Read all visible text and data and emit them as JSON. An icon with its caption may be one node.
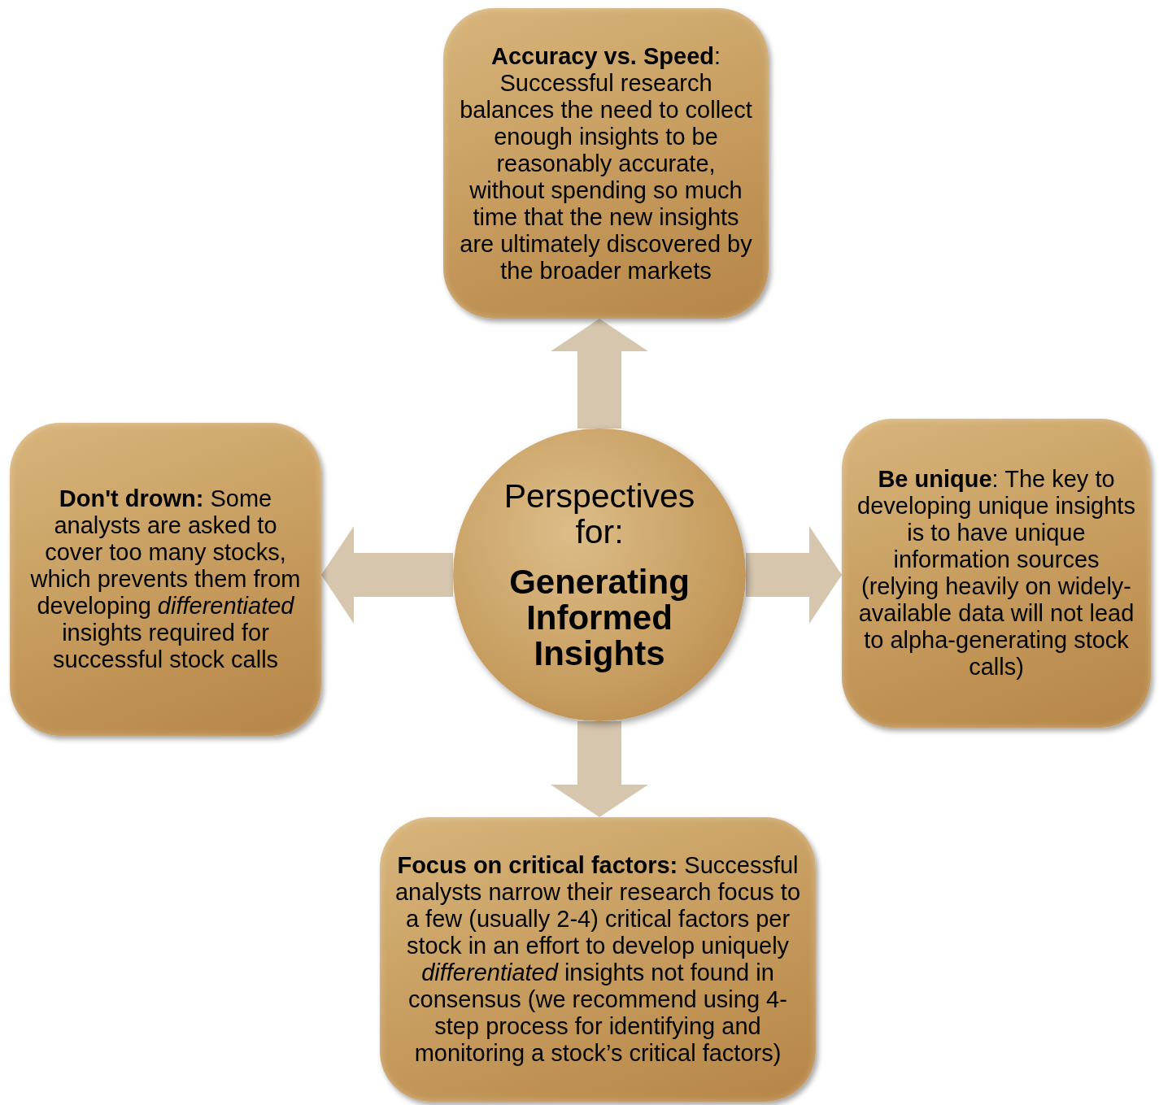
{
  "diagram": {
    "nodes": [
      {
        "text": [
          "**Accuracy vs. Speed**: Successful research balances the need to collect enough insights to be reasonably accurate, without spending so much time that the new insights are ultimately discovered by the broader markets"
        ]
      },
      {
        "text": [
          "**Don't drown:** Some analysts are asked to cover too many stocks, which prevents them from developing *differentiated* insights required for successful stock calls"
        ]
      },
      {
        "text": [
          "Perspectives for:",
          "Generating Informed Insights"
        ]
      },
      {
        "text": [
          "**Be unique**: The key to developing unique insights is to have unique information sources (relying heavily on widely-available data will not lead to alpha-generating stock calls)"
        ]
      },
      {
        "text": [
          "**Focus on critical factors:** Successful analysts narrow their research focus to a few (usually 2-4) critical factors per stock in an effort to develop uniquely *differentiated* insights not found in consensus (we recommend using 4-step process for identifying and monitoring a stock’s critical factors)"
        ]
      }
    ],
    "edges": [
      {
        "from": 2,
        "to": 0,
        "arrow": "to"
      },
      {
        "from": 2,
        "to": 3,
        "arrow": "to"
      },
      {
        "from": 2,
        "to": 4,
        "arrow": "to"
      },
      {
        "from": 2,
        "to": 1,
        "arrow": "to"
      }
    ]
  }
}
